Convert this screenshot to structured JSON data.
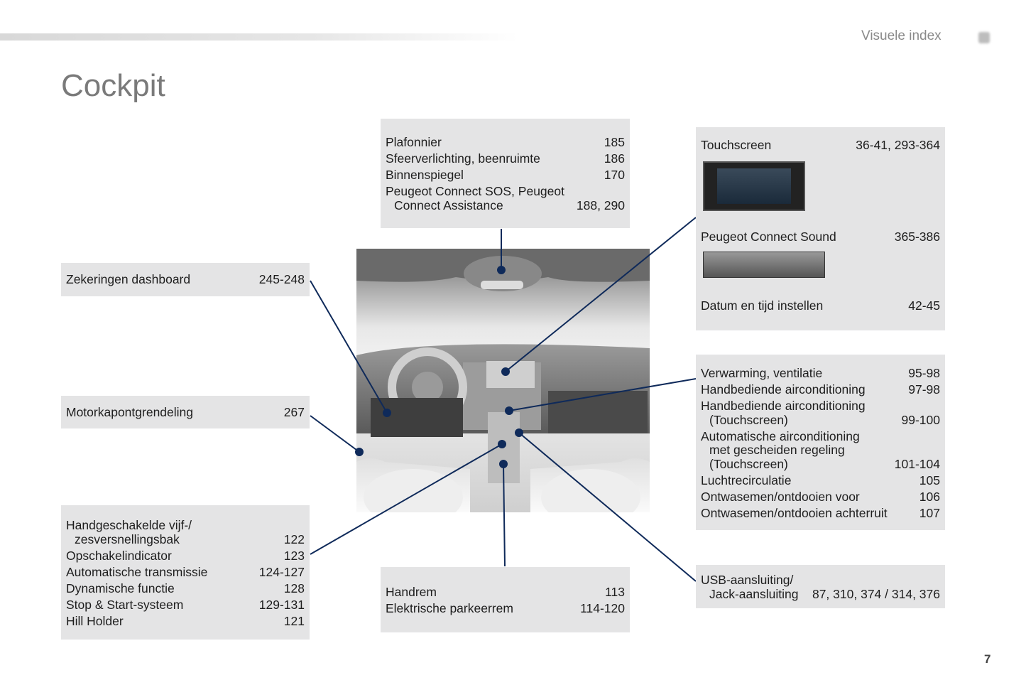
{
  "header": {
    "section": "Visuele index",
    "title": "Cockpit",
    "page": "7"
  },
  "boxes": {
    "top": [
      {
        "label": [
          "Plafonnier"
        ],
        "page": "185"
      },
      {
        "label": [
          "Sfeerverlichting, beenruimte"
        ],
        "page": "186"
      },
      {
        "label": [
          "Binnenspiegel"
        ],
        "page": "170"
      },
      {
        "label": [
          "Peugeot Connect SOS, Peugeot",
          "Connect Assistance"
        ],
        "page": "188, 290"
      }
    ],
    "fuses": [
      {
        "label": [
          "Zekeringen dashboard"
        ],
        "page": "245-248"
      }
    ],
    "bonnet": [
      {
        "label": [
          "Motorkapontgrendeling"
        ],
        "page": "267"
      }
    ],
    "gearbox": [
      {
        "label": [
          "Handgeschakelde vijf-/",
          "zesversnellingsbak"
        ],
        "page": "122"
      },
      {
        "label": [
          "Opschakelindicator"
        ],
        "page": "123"
      },
      {
        "label": [
          "Automatische transmissie"
        ],
        "page": "124-127"
      },
      {
        "label": [
          "Dynamische functie"
        ],
        "page": "128"
      },
      {
        "label": [
          "Stop & Start-systeem"
        ],
        "page": "129-131"
      },
      {
        "label": [
          "Hill Holder"
        ],
        "page": "121"
      }
    ],
    "brake": [
      {
        "label": [
          "Handrem"
        ],
        "page": "113"
      },
      {
        "label": [
          "Elektrische parkeerrem"
        ],
        "page": "114-120"
      }
    ],
    "touchscreen": {
      "items": [
        {
          "label": "Touchscreen",
          "page": "36-41, 293-364"
        },
        {
          "label": "Peugeot Connect Sound",
          "page": "365-386"
        },
        {
          "label": "Datum en tijd instellen",
          "page": "42-45"
        }
      ]
    },
    "climate": [
      {
        "label": [
          "Verwarming, ventilatie"
        ],
        "page": "95-98"
      },
      {
        "label": [
          "Handbediende airconditioning"
        ],
        "page": "97-98"
      },
      {
        "label": [
          "Handbediende airconditioning",
          "(Touchscreen)"
        ],
        "page": "99-100"
      },
      {
        "label": [
          "Automatische airconditioning",
          "met gescheiden regeling",
          "(Touchscreen)"
        ],
        "page": "101-104"
      },
      {
        "label": [
          "Luchtrecirculatie"
        ],
        "page": "105"
      },
      {
        "label": [
          "Ontwasemen/ontdooien voor"
        ],
        "page": "106"
      },
      {
        "label": [
          "Ontwasemen/ontdooien achterruit"
        ],
        "page": "107"
      }
    ],
    "usb": [
      {
        "label": [
          "USB-aansluiting/",
          "Jack-aansluiting"
        ],
        "page": "87, 310, 374 / 314, 376"
      }
    ]
  },
  "colors": {
    "leader": "#0f2a5a",
    "box": "#e4e4e5"
  }
}
